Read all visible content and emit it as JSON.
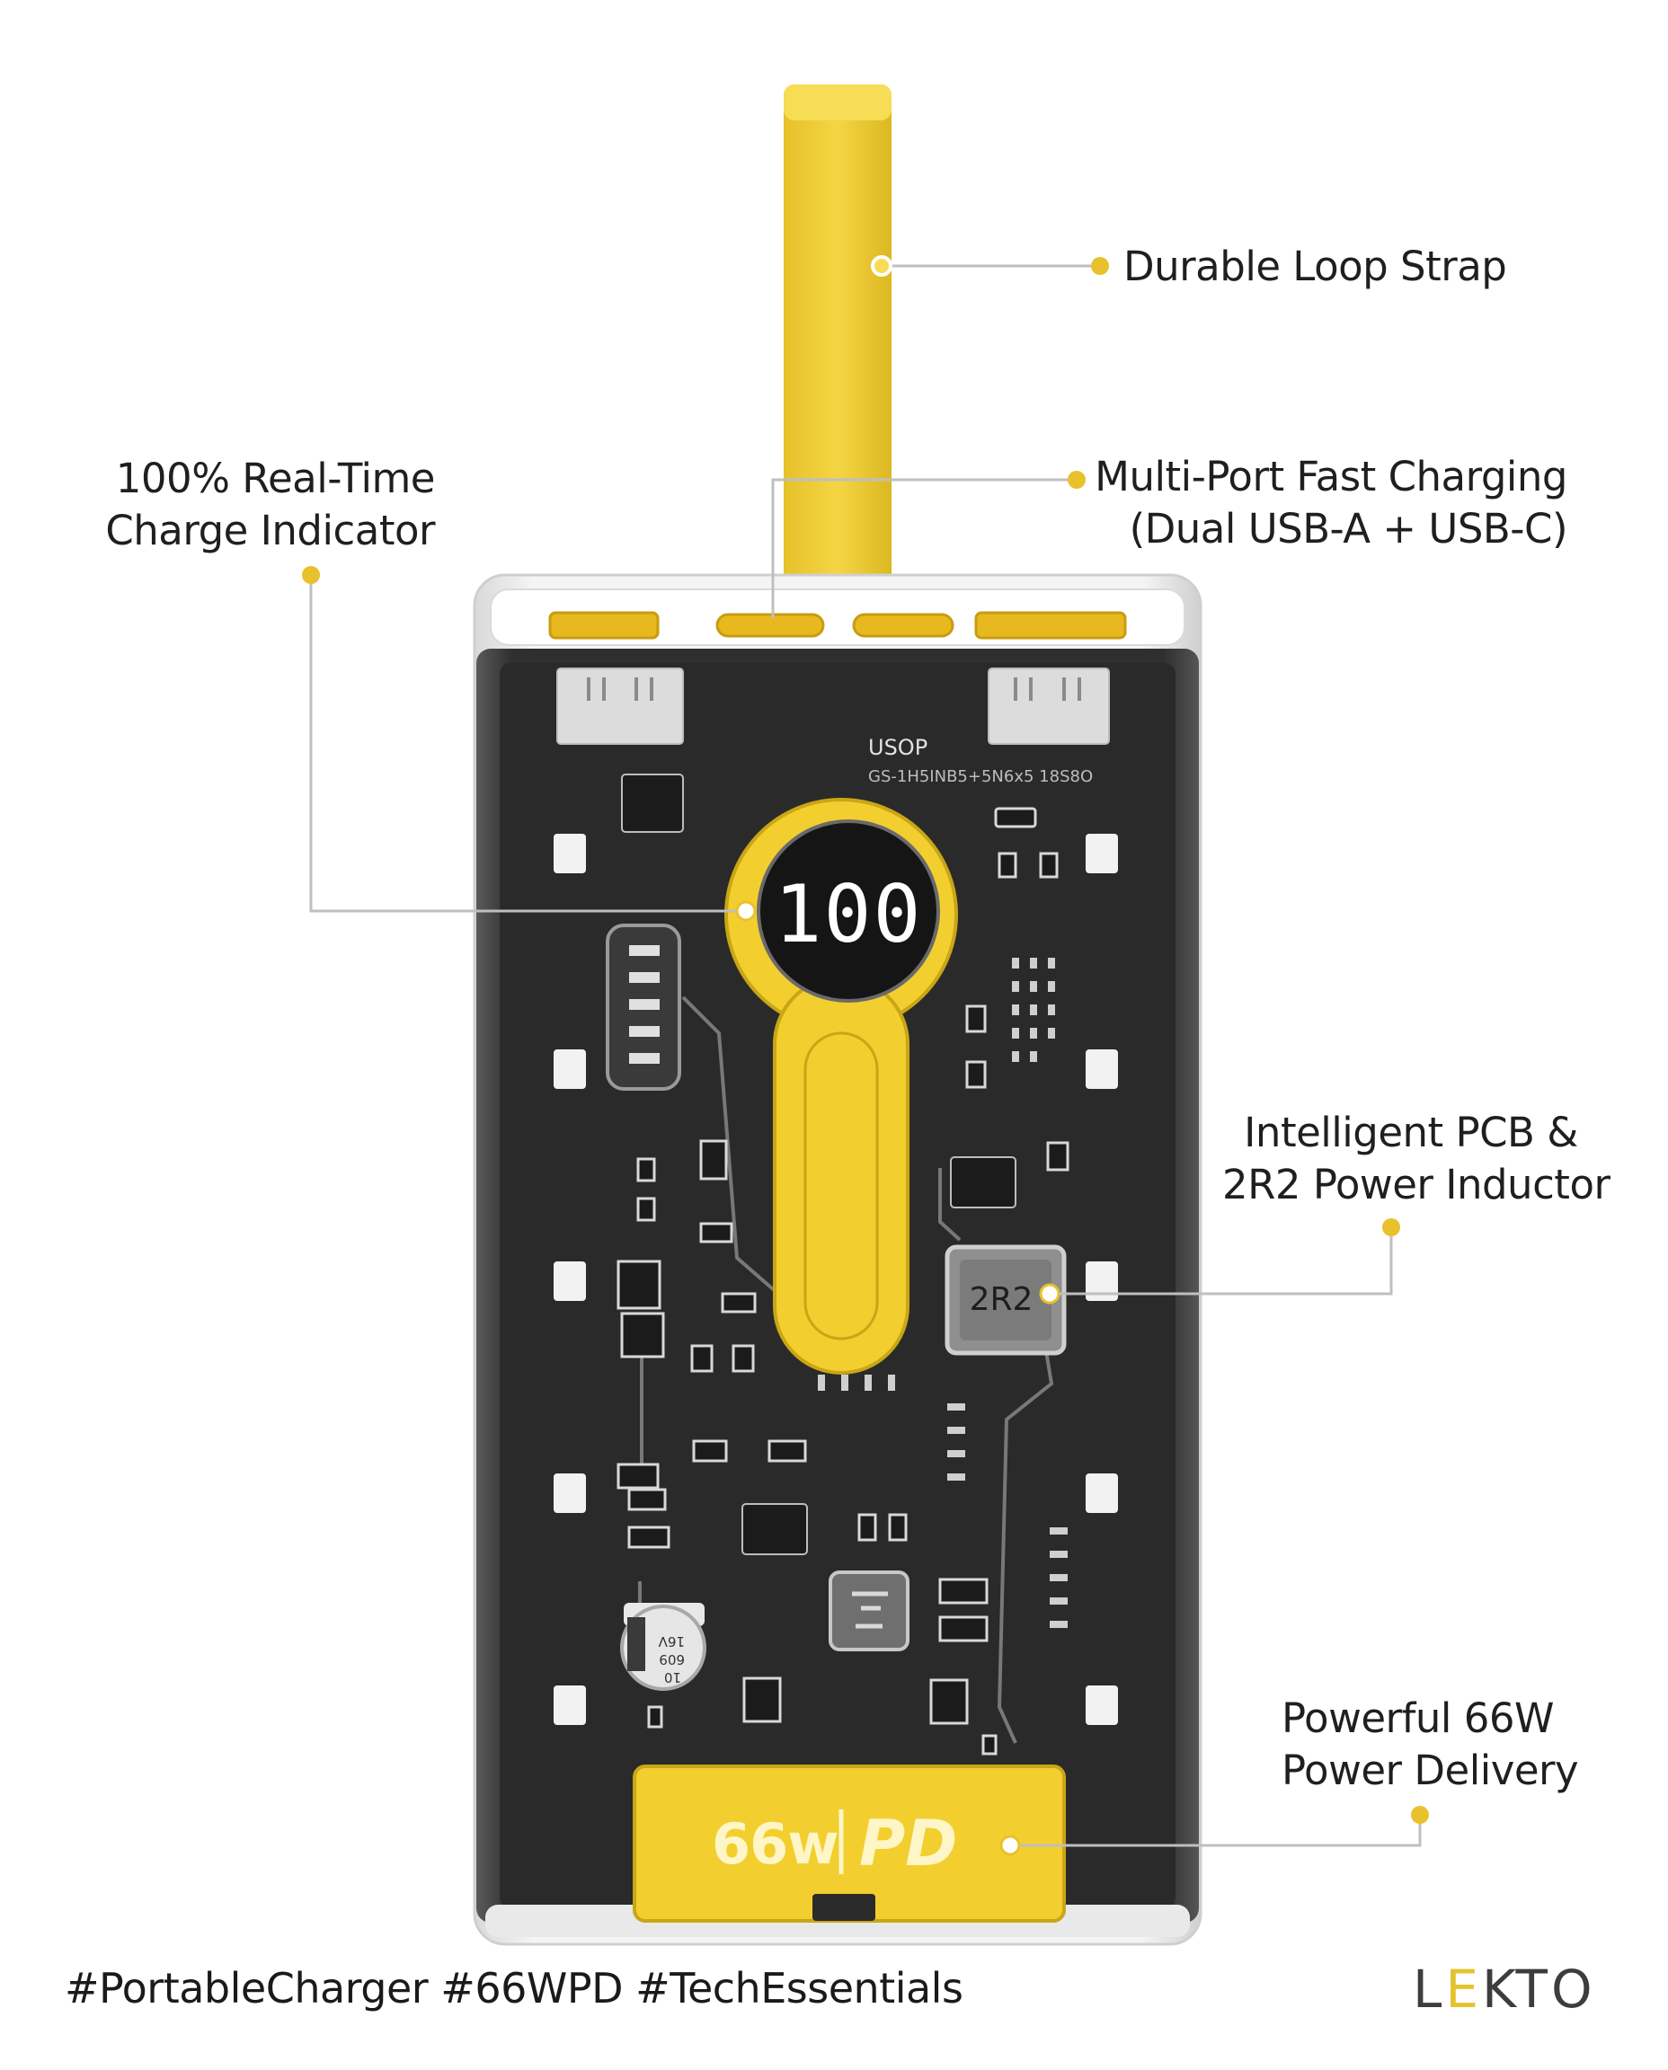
{
  "callouts": {
    "loop_strap": "Durable Loop Strap",
    "multi_port_line1": "Multi-Port Fast Charging",
    "multi_port_line2": "(Dual USB-A + USB-C)",
    "indicator_line1": "100% Real-Time",
    "indicator_line2": "Charge Indicator",
    "pcb_line1": "Intelligent PCB &",
    "pcb_line2": "2R2 Power Inductor",
    "pd_line1": "Powerful 66W",
    "pd_line2": "Power Delivery"
  },
  "device": {
    "display_value": "100",
    "pcb_marking_line1": "USOP",
    "pcb_marking_line2": "GS-1H5INB5+5N6x5 18S8O",
    "inductor_label": "2R2",
    "capacitor_line1": "16V",
    "capacitor_line2": "609",
    "capacitor_line3": "10",
    "pd_badge_number": "66w",
    "pd_badge_text": "PD"
  },
  "footer": {
    "hashtags": "#PortableCharger #66WPD #TechEssentials",
    "brand_prefix": "L",
    "brand_mark": "E",
    "brand_suffix": "KTO"
  },
  "colors": {
    "accent_yellow": "#f2cf2f",
    "pcb_black": "#2b2b2b",
    "shell_white": "#f0f0f0",
    "leader_line": "#bdbdbd"
  }
}
